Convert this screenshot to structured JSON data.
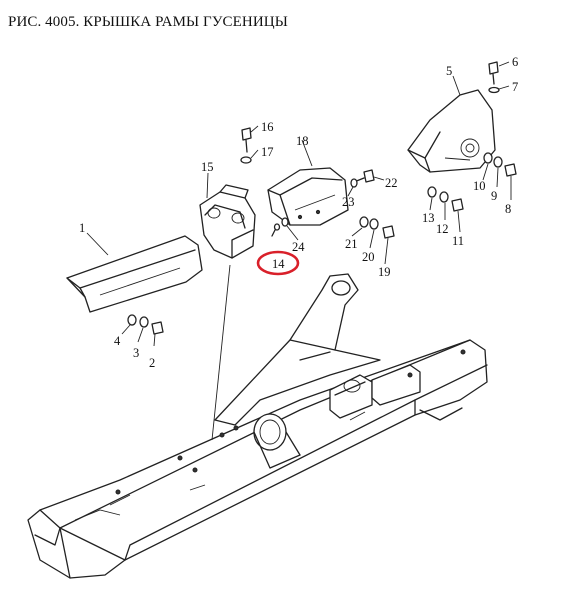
{
  "title": "РИС. 4005. КРЫШКА РАМЫ ГУСЕНИЦЫ",
  "highlight_color": "#d9202a",
  "callouts": [
    {
      "id": "c1",
      "label": "1"
    },
    {
      "id": "c2",
      "label": "2"
    },
    {
      "id": "c3",
      "label": "3"
    },
    {
      "id": "c4",
      "label": "4"
    },
    {
      "id": "c5",
      "label": "5"
    },
    {
      "id": "c6",
      "label": "6"
    },
    {
      "id": "c7",
      "label": "7"
    },
    {
      "id": "c8",
      "label": "8"
    },
    {
      "id": "c9",
      "label": "9"
    },
    {
      "id": "c10",
      "label": "10"
    },
    {
      "id": "c11",
      "label": "11"
    },
    {
      "id": "c12",
      "label": "12"
    },
    {
      "id": "c13",
      "label": "13"
    },
    {
      "id": "c14",
      "label": "14",
      "highlighted": true
    },
    {
      "id": "c15",
      "label": "15"
    },
    {
      "id": "c16",
      "label": "16"
    },
    {
      "id": "c17",
      "label": "17"
    },
    {
      "id": "c18",
      "label": "18"
    },
    {
      "id": "c19",
      "label": "19"
    },
    {
      "id": "c20",
      "label": "20"
    },
    {
      "id": "c21",
      "label": "21"
    },
    {
      "id": "c22",
      "label": "22"
    },
    {
      "id": "c23",
      "label": "23"
    },
    {
      "id": "c24",
      "label": "24"
    }
  ]
}
